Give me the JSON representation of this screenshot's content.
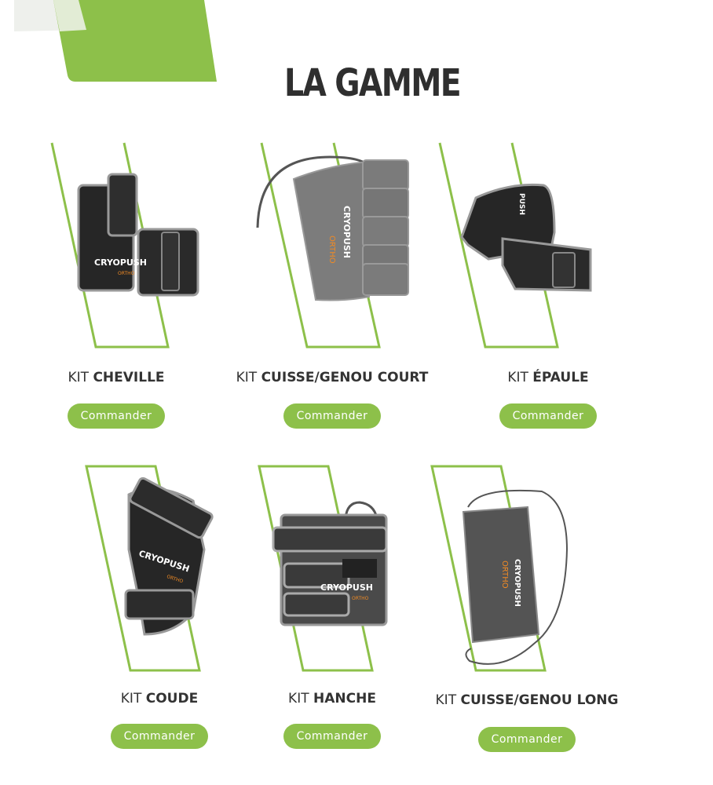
{
  "header": {
    "title": "LA GAMME"
  },
  "colors": {
    "accent": "#8dc04a",
    "dark_product": "#2a2a2a",
    "grey_product": "#7b7b7b"
  },
  "products": [
    {
      "kit": "KIT",
      "name": "CHEVILLE",
      "button": "Commander",
      "brand": "CRYOPUSH"
    },
    {
      "kit": "KIT",
      "name": "CUISSE/GENOU COURT",
      "button": "Commander",
      "brand": "CRYOPUSH"
    },
    {
      "kit": "KIT",
      "name": "ÉPAULE",
      "button": "Commander",
      "brand": "CRYOPUSH"
    },
    {
      "kit": "KIT",
      "name": "COUDE",
      "button": "Commander",
      "brand": "CRYOPUSH"
    },
    {
      "kit": "KIT",
      "name": "HANCHE",
      "button": "Commander",
      "brand": "CRYOPUSH"
    },
    {
      "kit": "KIT",
      "name": "CUISSE/GENOU LONG",
      "button": "Commander",
      "brand": "CRYOPUSH"
    }
  ]
}
